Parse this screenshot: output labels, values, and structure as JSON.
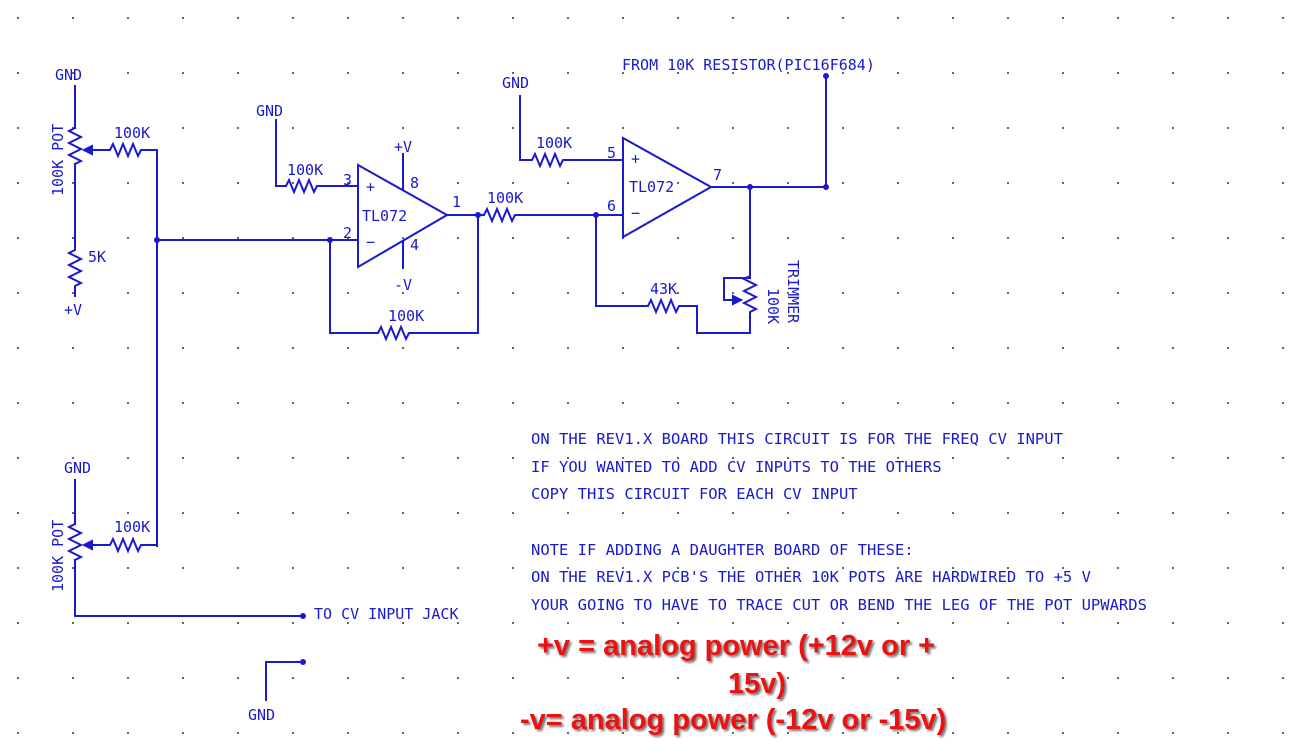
{
  "labels": {
    "gnd_top_left": "GND",
    "pot1_label": "100K POT",
    "r_top_input": "100K",
    "r_5k": "5K",
    "vplus_left": "+V",
    "gnd_op1": "GND",
    "r_op1_in": "100K",
    "op1_pin3": "3",
    "op1_pin2": "2",
    "op1_pin8": "8",
    "op1_pin4": "4",
    "op1_pin1": "1",
    "op1_plus_v": "+V",
    "op1_minus_v": "-V",
    "op1_name": "TL072",
    "op1_plus": "+",
    "op1_minus": "−",
    "r_feedback1": "100K",
    "r_mid": "100K",
    "gnd_op2": "GND",
    "r_op2_in": "100K",
    "op2_pin5": "5",
    "op2_pin6": "6",
    "op2_pin7": "7",
    "op2_name": "TL072",
    "op2_plus": "+",
    "op2_minus": "−",
    "from_resistor": "FROM 10K RESISTOR(PIC16F684)",
    "r_43k": "43K",
    "trimmer": "TRIMMER",
    "trimmer_value": "100K",
    "gnd_bottom_left": "GND",
    "pot2_label": "100K POT",
    "r_bottom_input": "100K",
    "to_cv": "TO CV INPUT JACK",
    "gnd_bottom": "GND"
  },
  "notes": [
    "ON THE REV1.X BOARD THIS CIRCUIT IS FOR THE FREQ CV INPUT",
    "IF YOU WANTED TO ADD CV INPUTS TO THE OTHERS",
    "COPY THIS CIRCUIT FOR EACH CV INPUT",
    "NOTE IF ADDING A DAUGHTER BOARD OF THESE:",
    "ON THE REV1.X  PCB'S THE OTHER 10K POTS ARE HARDWIRED TO +5 V",
    "YOUR GOING TO HAVE TO TRACE CUT OR BEND THE LEG OF THE POT UPWARDS"
  ],
  "power": {
    "line1": "+v = analog power (+12v or +",
    "line2": "15v)",
    "line3": "-v= analog power (-12v or -15v)"
  },
  "colors": {
    "ink": "#1a1acc",
    "power_text": "#ee1111",
    "grid": "#333333"
  }
}
